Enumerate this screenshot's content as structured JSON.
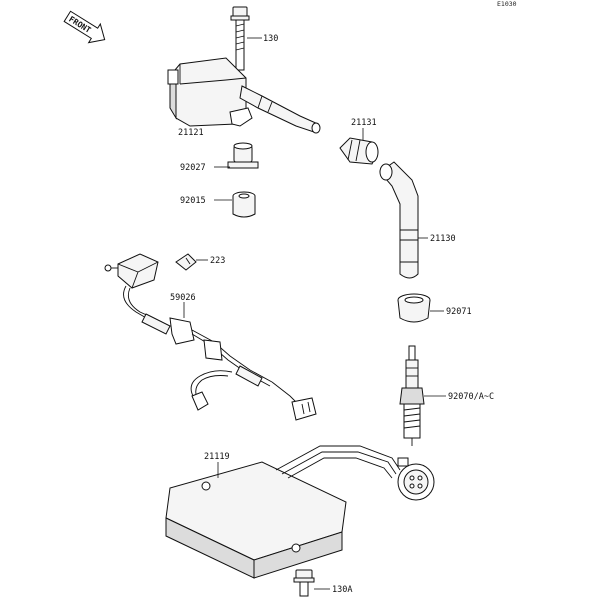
{
  "diagram": {
    "code": "E1030",
    "front_label": "FRONT",
    "callouts": {
      "bolt_top": "130",
      "ignition_coil": "21121",
      "cap_adapter": "21131",
      "collar_upper": "92027",
      "collar_lower": "92015",
      "connector_223": "223",
      "plug_cap": "21130",
      "harness": "59026",
      "seal_92071": "92071",
      "spark_plug": "92070/A~C",
      "igniter_unit": "21119",
      "bolt_bottom": "130A"
    }
  }
}
